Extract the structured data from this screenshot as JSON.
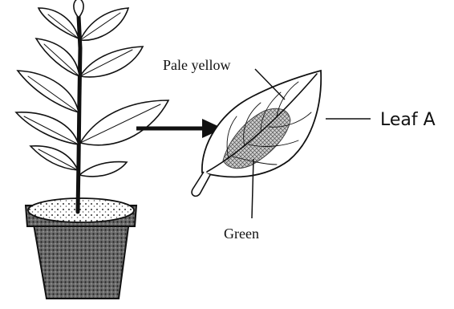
{
  "diagram": {
    "labels": {
      "pale_yellow": "Pale yellow",
      "green": "Green",
      "leaf_a": "Leaf A"
    }
  }
}
